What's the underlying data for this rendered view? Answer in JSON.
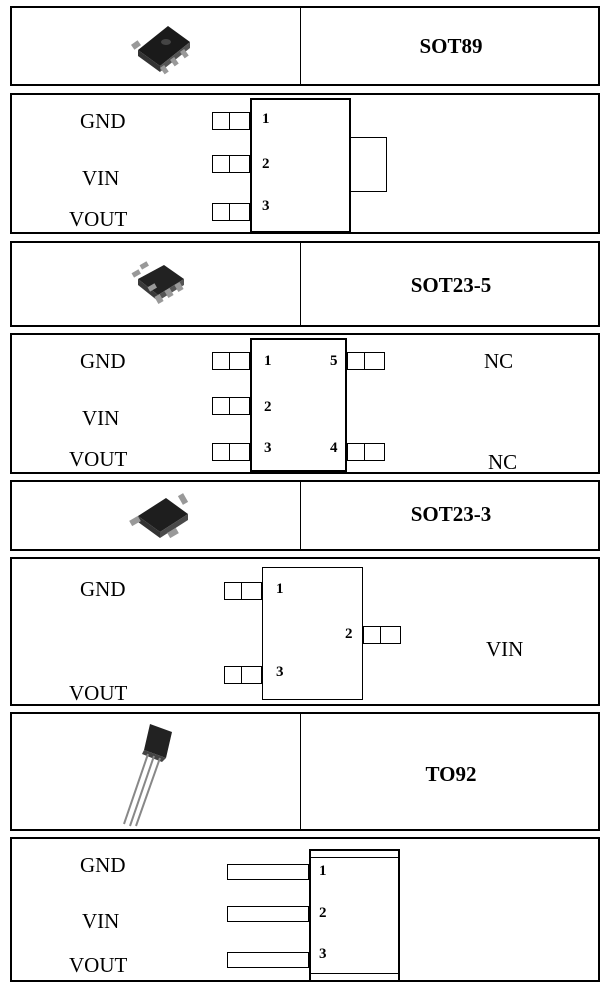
{
  "packages": [
    {
      "name": "SOT89",
      "left_labels": [
        "GND",
        "VIN",
        "VOUT"
      ],
      "pins": [
        "1",
        "2",
        "3"
      ],
      "photo_icon": "sot89-package-photo"
    },
    {
      "name": "SOT23-5",
      "left_labels": [
        "GND",
        "VIN",
        "VOUT"
      ],
      "right_labels": [
        "NC",
        "NC"
      ],
      "pins": [
        "1",
        "2",
        "3",
        "4",
        "5"
      ],
      "photo_icon": "sot23-5-package-photo"
    },
    {
      "name": "SOT23-3",
      "left_labels": [
        "GND",
        "VOUT"
      ],
      "right_labels": [
        "VIN"
      ],
      "pins": [
        "1",
        "2",
        "3"
      ],
      "photo_icon": "sot23-3-package-photo"
    },
    {
      "name": "TO92",
      "left_labels": [
        "GND",
        "VIN",
        "VOUT"
      ],
      "pins": [
        "1",
        "2",
        "3"
      ],
      "photo_icon": "to92-package-photo"
    }
  ]
}
